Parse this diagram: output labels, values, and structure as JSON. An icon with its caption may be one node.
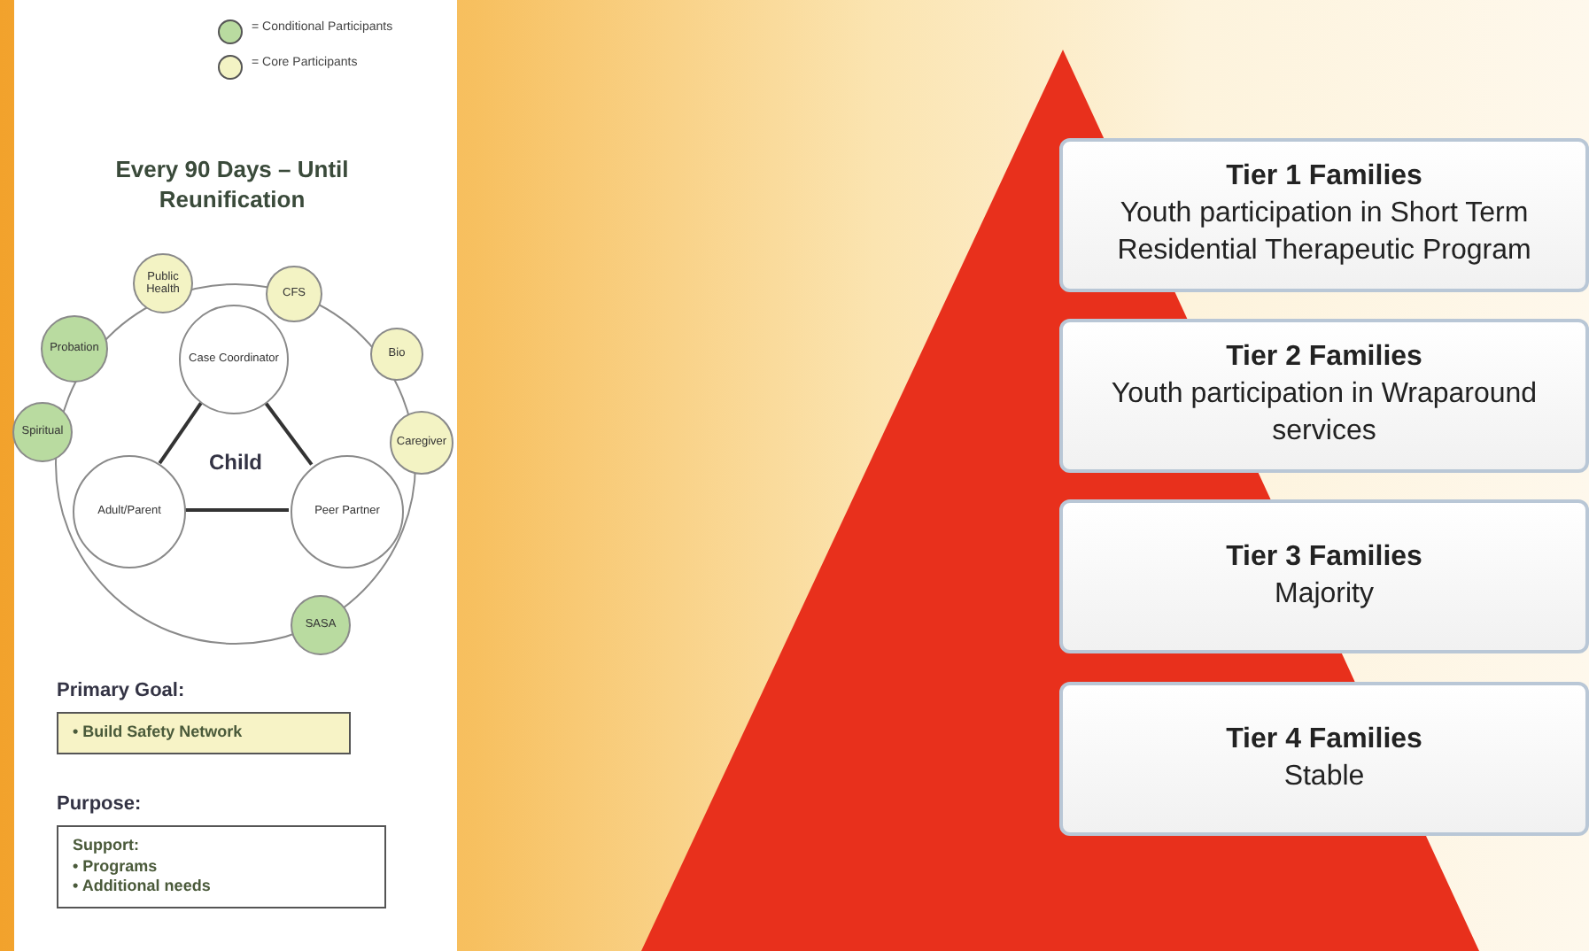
{
  "diagram": {
    "nodes": [
      {
        "text": [
          "Public Health"
        ]
      },
      {
        "text": [
          "CFS"
        ]
      },
      {
        "text": [
          "Bio"
        ]
      },
      {
        "text": [
          "Caregiver"
        ]
      },
      {
        "text": [
          "Probation"
        ]
      },
      {
        "text": [
          "Spiritual"
        ]
      },
      {
        "text": [
          "Child"
        ]
      },
      {
        "text": [
          "Case Coordinator"
        ],
        "in": 6
      },
      {
        "text": [
          "Adult/Parent"
        ],
        "in": 6
      },
      {
        "text": [
          "Peer Partner"
        ],
        "in": 6
      },
      {
        "text": [
          "SASA"
        ]
      },
      {
        "text": [
          "Primary Goal:",
          "• Build Safety Network"
        ]
      },
      {
        "text": [
          "Purpose:",
          "Support:",
          "• Programs",
          "• Additional needs"
        ]
      },
      {
        "text": [
          "Tier 1 Families",
          "Youth participation in Short Term Residential Therapeutic Program"
        ]
      },
      {
        "text": [
          "Tier 2 Families",
          "Youth participation in Wraparound services"
        ]
      },
      {
        "text": [
          "Tier 3 Families",
          "Majority"
        ]
      },
      {
        "text": [
          "Tier 4 Families",
          "Stable"
        ]
      }
    ],
    "edges": [
      {
        "from": 7,
        "to": 8,
        "arrow": "none"
      },
      {
        "from": 7,
        "to": 9,
        "arrow": "none"
      },
      {
        "from": 8,
        "to": 9,
        "arrow": "none"
      }
    ],
    "labels": [
      "Every 90 Days – Until Reunification"
    ],
    "legend": [
      {
        "text": "= Conditional Participants",
        "color": "#b9dba0"
      },
      {
        "text": "= Core Participants",
        "color": "#f3f3c4"
      }
    ]
  }
}
